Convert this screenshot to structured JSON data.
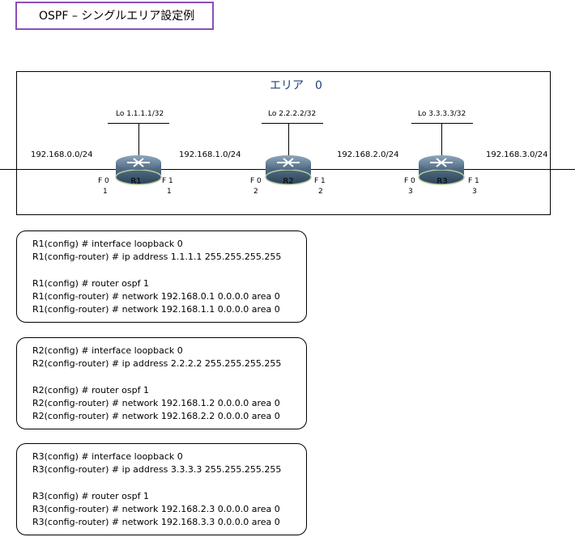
{
  "title": "OSPF – シングルエリア設定例",
  "area_label": "エリア　0",
  "networks": [
    "192.168.0.0/24",
    "192.168.1.0/24",
    "192.168.2.0/24",
    "192.168.3.0/24"
  ],
  "routers": [
    {
      "name": "R1",
      "loopback": "Lo 1.1.1.1/32",
      "f0": "F 0",
      "f0_ip": "1",
      "f1": "F 1",
      "f1_ip": "1"
    },
    {
      "name": "R2",
      "loopback": "Lo 2.2.2.2/32",
      "f0": "F 0",
      "f0_ip": "2",
      "f1": "F 1",
      "f1_ip": "2"
    },
    {
      "name": "R3",
      "loopback": "Lo 3.3.3.3/32",
      "f0": "F 0",
      "f0_ip": "3",
      "f1": "F 1",
      "f1_ip": "3"
    }
  ],
  "configs": [
    [
      "R1(config) # interface loopback 0",
      "R1(config-router) # ip address 1.1.1.1 255.255.255.255",
      "",
      "R1(config) # router ospf 1",
      "R1(config-router) # network 192.168.0.1 0.0.0.0 area 0",
      "R1(config-router) # network 192.168.1.1 0.0.0.0 area 0"
    ],
    [
      "R2(config) # interface loopback 0",
      "R2(config-router) # ip address 2.2.2.2 255.255.255.255",
      "",
      "R2(config) # router ospf 1",
      "R2(config-router) # network 192.168.1.2 0.0.0.0 area 0",
      "R2(config-router) # network 192.168.2.2 0.0.0.0 area 0"
    ],
    [
      "R3(config) # interface loopback 0",
      "R3(config-router) # ip address 3.3.3.3 255.255.255.255",
      "",
      "R3(config) # router ospf 1",
      "R3(config-router) # network 192.168.2.3 0.0.0.0 area 0",
      "R3(config-router) # network 192.168.3.3 0.0.0.0 area 0"
    ]
  ]
}
